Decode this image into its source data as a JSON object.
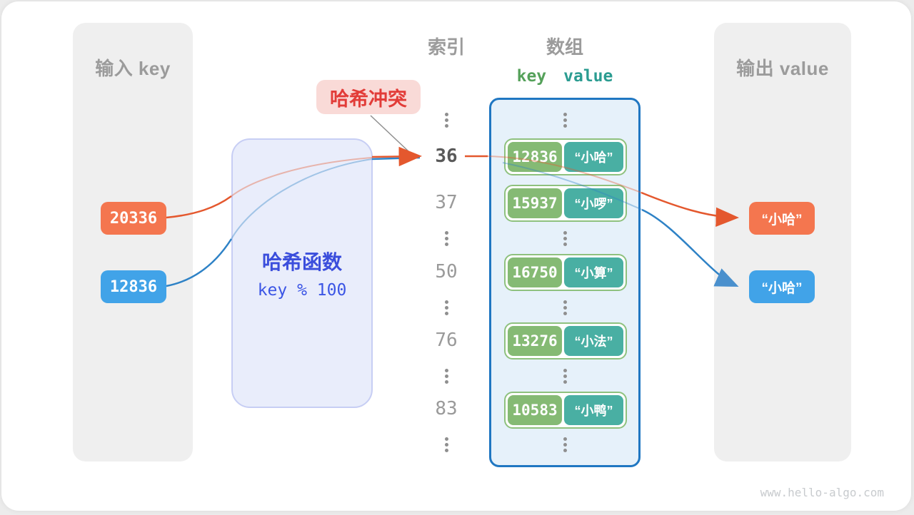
{
  "watermark": "www.hello-algo.com",
  "input_panel": {
    "title": "输入 key",
    "keys": [
      "20336",
      "12836"
    ]
  },
  "hash": {
    "title": "哈希函数",
    "formula": "key % 100"
  },
  "collision": {
    "label": "哈希冲突"
  },
  "index_column": {
    "title": "索引",
    "values": [
      "36",
      "37",
      "50",
      "76",
      "83"
    ]
  },
  "array": {
    "title": "数组",
    "key_header": "key",
    "value_header": "value",
    "pairs": [
      {
        "key": "12836",
        "value": "“小哈”"
      },
      {
        "key": "15937",
        "value": "“小啰”"
      },
      {
        "key": "16750",
        "value": "“小算”"
      },
      {
        "key": "13276",
        "value": "“小法”"
      },
      {
        "key": "10583",
        "value": "“小鸭”"
      }
    ]
  },
  "output_panel": {
    "title": "输出 value",
    "values": [
      "“小哈”",
      "“小哈”"
    ]
  },
  "palette": {
    "orange": "#f4764f",
    "blue": "#41a3e8",
    "green_key": "#85ba74",
    "teal_value": "#49afa3",
    "array_border": "#2077c2",
    "array_fill": "#e6f1fa",
    "hash_fill": "#e9edfb",
    "hash_text": "#3b4edc",
    "collision_red": "#e23c38",
    "collision_bg": "#f9dad7",
    "line_orange": "#e4582e",
    "line_blue": "#2e82c6",
    "gray_text": "#9b9b9b"
  }
}
